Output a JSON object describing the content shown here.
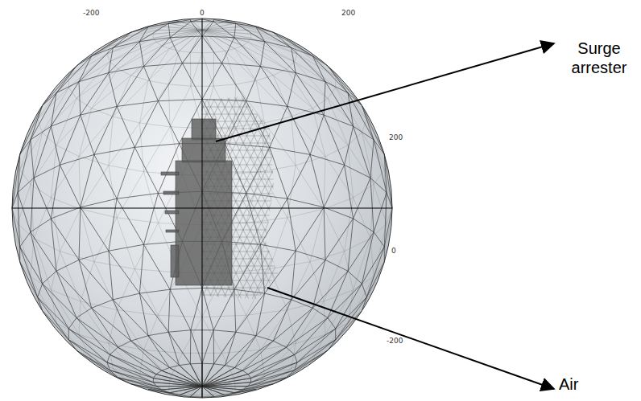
{
  "diagram": {
    "labels": [
      "-200",
      "0",
      "200",
      "200",
      "0",
      "-200",
      "Surge arrester",
      "Air"
    ]
  }
}
